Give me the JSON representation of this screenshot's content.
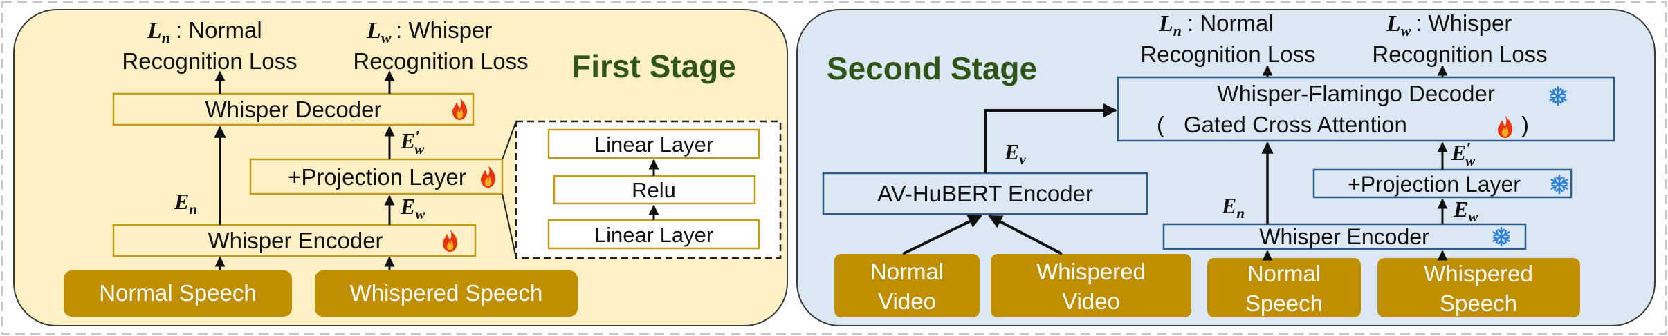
{
  "colors": {
    "stage1_bg": "#fdf0c4",
    "stage2_bg": "#dbe7f3",
    "stage1_box_border": "#c49a1a",
    "stage2_box_border": "#2e5a8a",
    "input_fill": "#bf8f00",
    "title_green": "#2f5418",
    "flame": "#e8350c",
    "snowflake": "#2f7fd6"
  },
  "icons": [
    "flame-icon",
    "snowflake-icon"
  ],
  "first_stage": {
    "title": "First Stage",
    "loss_normal": {
      "symbol": "L",
      "sub": "n",
      "line1": ": Normal",
      "line2": "Recognition Loss"
    },
    "loss_whisper": {
      "symbol": "L",
      "sub": "w",
      "line1": ": Whisper",
      "line2": "Recognition Loss"
    },
    "decoder": "Whisper Decoder",
    "projection": "+Projection Layer",
    "encoder": "Whisper Encoder",
    "input_normal": "Normal Speech",
    "input_whispered": "Whispered Speech",
    "e_n": {
      "symbol": "E",
      "sub": "n"
    },
    "e_w": {
      "symbol": "E",
      "sub": "w"
    },
    "e_w_prime": {
      "symbol": "E",
      "sub": "w",
      "prime": "′"
    },
    "detail": {
      "top": "Linear Layer",
      "middle": "Relu",
      "bottom": "Linear Layer"
    }
  },
  "second_stage": {
    "title": "Second Stage",
    "loss_normal": {
      "symbol": "L",
      "sub": "n",
      "line1": ": Normal",
      "line2": "Recognition Loss"
    },
    "loss_whisper": {
      "symbol": "L",
      "sub": "w",
      "line1": ": Whisper",
      "line2": "Recognition Loss"
    },
    "decoder_line1": "Whisper-Flamingo Decoder",
    "decoder_line2_open": "(",
    "decoder_line2_text": "Gated Cross Attention",
    "decoder_line2_close": ")",
    "projection": "+Projection Layer",
    "encoder": "Whisper Encoder",
    "av_encoder": "AV-HuBERT Encoder",
    "e_v": {
      "symbol": "E",
      "sub": "v"
    },
    "e_n": {
      "symbol": "E",
      "sub": "n"
    },
    "e_w": {
      "symbol": "E",
      "sub": "w"
    },
    "e_w_prime": {
      "symbol": "E",
      "sub": "w",
      "prime": "′"
    },
    "input_normal_video": [
      "Normal",
      "Video"
    ],
    "input_whispered_video": [
      "Whispered",
      "Video"
    ],
    "input_normal_speech": [
      "Normal",
      "Speech"
    ],
    "input_whispered_speech": [
      "Whispered",
      "Speech"
    ]
  }
}
